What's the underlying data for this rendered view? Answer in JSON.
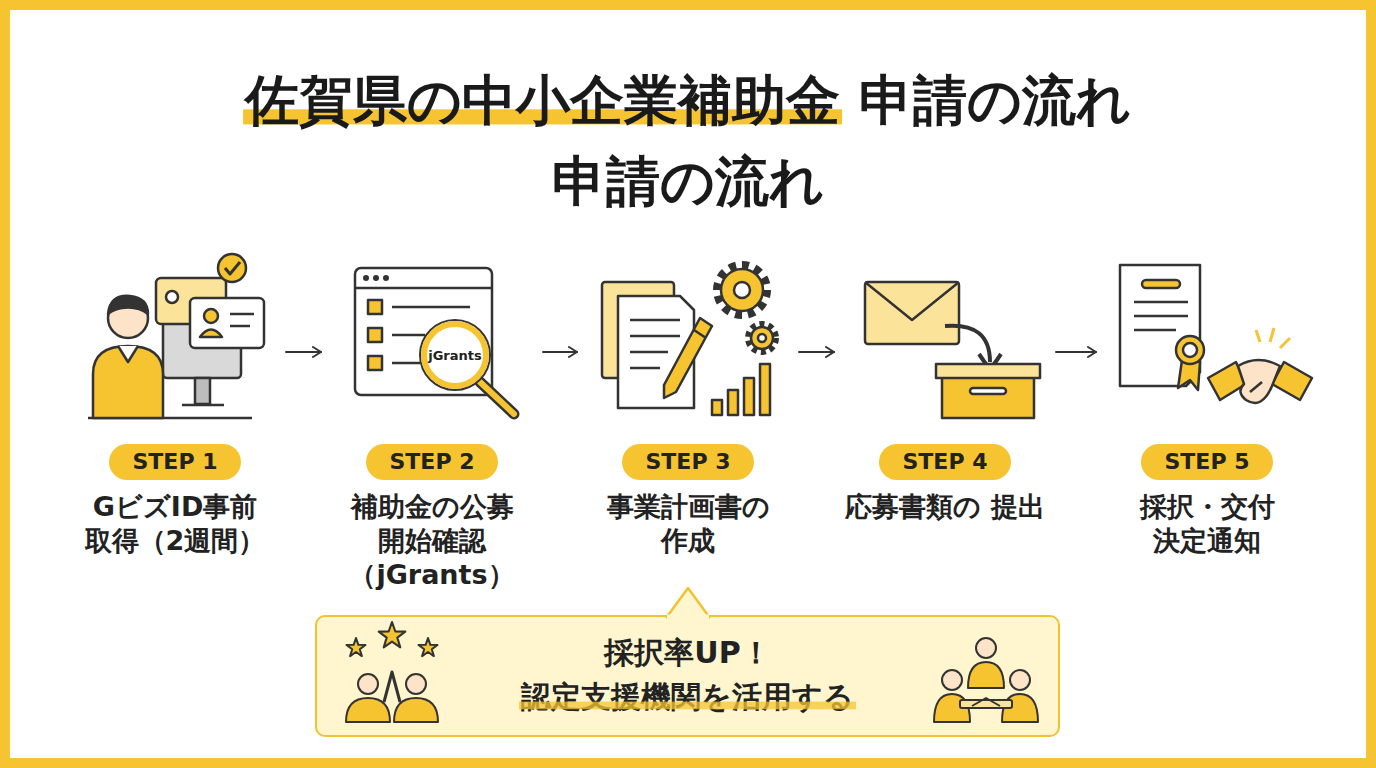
{
  "diagram": {
    "title": "佐賀県の中小企業補助金 申請の流れ 申請の流れ",
    "nodes": [
      {
        "text": [
          "STEP 1",
          "GビズID事前 取得（2週間）"
        ]
      },
      {
        "text": [
          "STEP 2",
          "補助金の公募 開始確認 （jGrants）"
        ]
      },
      {
        "text": [
          "STEP 3",
          "事業計画書の 作成"
        ]
      },
      {
        "text": [
          "STEP 4",
          "応募書類の 提出"
        ]
      },
      {
        "text": [
          "STEP 5",
          "採択・交付 決定通知"
        ]
      },
      {
        "text": [
          "採択率UP！ 認定支援機関を活用する"
        ]
      }
    ],
    "edges": [
      {
        "from": 0,
        "to": 1,
        "arrow": "to"
      },
      {
        "from": 1,
        "to": 2,
        "arrow": "to"
      },
      {
        "from": 2,
        "to": 3,
        "arrow": "to"
      },
      {
        "from": 3,
        "to": 4,
        "arrow": "to"
      }
    ],
    "labels": [
      "jGrants"
    ]
  }
}
